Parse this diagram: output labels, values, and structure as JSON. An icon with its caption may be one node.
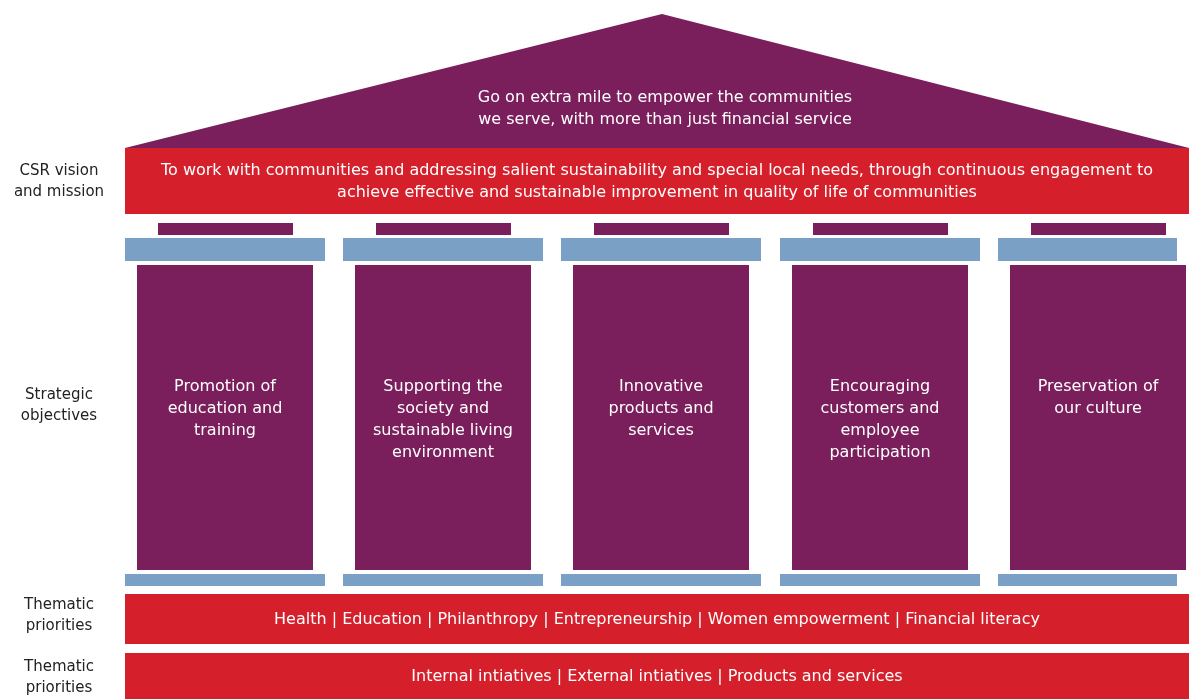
{
  "diagram": {
    "nodes": [
      {
        "text": [
          "Go on extra mile to empower the communities we serve, with more than just financial service"
        ]
      },
      {
        "text": [
          "To work with communities and addressing salient sustainability and special local needs, through continuous engagement to achieve effective and sustainable improvement in quality of life of communities"
        ]
      },
      {
        "text": [
          "Promotion of education and training"
        ]
      },
      {
        "text": [
          "Supporting the society and sustainable living environment"
        ]
      },
      {
        "text": [
          "Innovative products and services"
        ]
      },
      {
        "text": [
          "Encouraging customers and employee participation"
        ]
      },
      {
        "text": [
          "Preservation of our culture"
        ]
      },
      {
        "text": [
          "Health | Education | Philanthropy | Entrepreneurship | Women empowerment | Financial literacy"
        ]
      },
      {
        "text": [
          "Internal intiatives | External intiatives | Products and services"
        ]
      }
    ],
    "edges": [],
    "labels": [
      "CSR vision and mission",
      "Strategic objectives",
      "Thematic priorities",
      "Thematic priorities"
    ]
  }
}
